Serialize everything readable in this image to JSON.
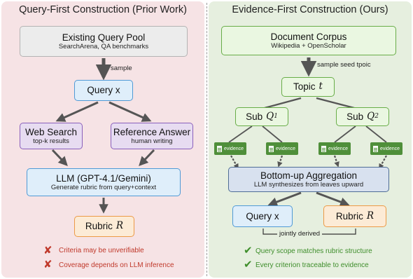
{
  "left": {
    "title": "Query-First Construction  (Prior Work)",
    "query_pool": {
      "title": "Existing Query Pool",
      "sub": "SearchArena, QA benchmarks"
    },
    "sample_label": "sample",
    "query": "Query x",
    "web_search": {
      "title": "Web Search",
      "sub": "top-k results"
    },
    "reference_answer": {
      "title": "Reference Answer",
      "sub": "human writing"
    },
    "llm": {
      "title": "LLM (GPT-4.1/Gemini)",
      "sub": "Generate rubric from query+context"
    },
    "rubric": {
      "text": "Rubric",
      "symbol": "R"
    },
    "notes": [
      "Criteria may be unverifiable",
      "Coverage depends on LLM inference"
    ]
  },
  "right": {
    "title": "Evidence-First Construction (Ours)",
    "corpus": {
      "title": "Document Corpus",
      "sub": "Wikipedia + OpenScholar"
    },
    "sample_label": "sample seed tpoic",
    "topic": {
      "text": "Topic",
      "symbol": "t"
    },
    "subq1": {
      "text": "Sub",
      "symbol": "Q",
      "sub": "1"
    },
    "subq2": {
      "text": "Sub",
      "symbol": "Q",
      "sub": "2"
    },
    "evidence_label": "evidence",
    "aggregation": {
      "title": "Bottom-up Aggregation",
      "sub": "LLM synthesizes from leaves upward"
    },
    "query": "Query x",
    "rubric": {
      "text": "Rubric",
      "symbol": "R"
    },
    "jointly_label": "jointly derived",
    "notes": [
      "Query scope matches rubric structure",
      "Every criterion traceable to evidence"
    ]
  },
  "colors": {
    "left_bg": "#f6e3e5",
    "right_bg": "#e6efdf",
    "blue_border": "#4f9ad6",
    "purple_border": "#8a5fbb",
    "orange_border": "#ec9a46",
    "green_border": "#68ad48",
    "navy_border": "#4f6d95",
    "evidence_fill": "#4f8f3a",
    "cross": "#c0392b",
    "check": "#3e8e2b",
    "arrow": "#555555"
  },
  "icons": [
    "cross-icon",
    "check-icon",
    "document-icon"
  ]
}
